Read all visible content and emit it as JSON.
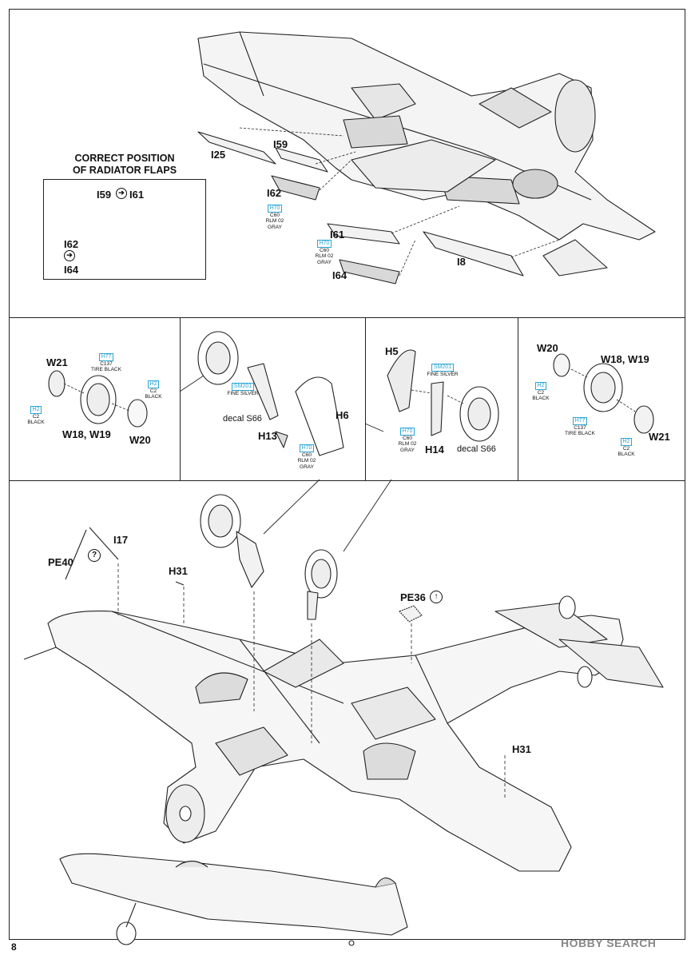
{
  "page_number": "8",
  "inset": {
    "title_line1": "CORRECT POSITION",
    "title_line2": "OF RADIATOR FLAPS",
    "labels": [
      "I59",
      "I61",
      "I62",
      "I64"
    ]
  },
  "step1": {
    "parts": [
      "I25",
      "I59",
      "I62",
      "I61",
      "I8",
      "I64"
    ],
    "color_a": {
      "code": "H70",
      "code2": "C60",
      "line1": "RLM 02",
      "line2": "GRAY"
    },
    "color_b": {
      "code": "H70",
      "code2": "C60",
      "line1": "RLM 02",
      "line2": "GRAY"
    }
  },
  "wheel_left": {
    "parts": [
      "W21",
      "W18, W19",
      "W20"
    ],
    "tire": {
      "code": "H77",
      "code2": "C137",
      "line1": "TIRE BLACK"
    },
    "black_a": {
      "code": "H2",
      "code2": "C2",
      "line1": "BLACK"
    },
    "black_b": {
      "code": "H2",
      "code2": "C2",
      "line1": "BLACK"
    }
  },
  "leg_left": {
    "parts": [
      "H6",
      "H13"
    ],
    "decal": "decal S66",
    "silver": {
      "code": "SM201",
      "line1": "FINE SILVER"
    },
    "gray": {
      "code": "H70",
      "code2": "C60",
      "line1": "RLM 02",
      "line2": "GRAY"
    }
  },
  "leg_right": {
    "parts": [
      "H5",
      "H14"
    ],
    "decal": "decal S66",
    "silver": {
      "code": "SM201",
      "line1": "FINE SILVER"
    },
    "gray": {
      "code": "H70",
      "code2": "C60",
      "line1": "RLM 02",
      "line2": "GRAY"
    }
  },
  "wheel_right": {
    "parts": [
      "W20",
      "W18, W19",
      "W21"
    ],
    "tire": {
      "code": "H77",
      "code2": "C137",
      "line1": "TIRE BLACK"
    },
    "black_a": {
      "code": "H2",
      "code2": "C2",
      "line1": "BLACK"
    },
    "black_b": {
      "code": "H2",
      "code2": "C2",
      "line1": "BLACK"
    }
  },
  "main": {
    "parts": [
      "PE40",
      "I17",
      "H31",
      "PE36",
      "H31"
    ],
    "sym_optional": "?",
    "sym_bend": "↑"
  },
  "watermark": "HOBBY SEARCH"
}
